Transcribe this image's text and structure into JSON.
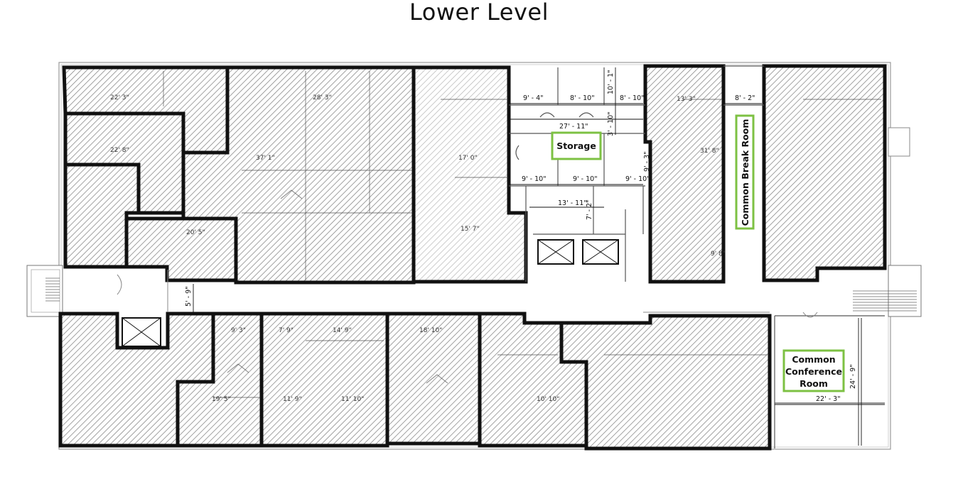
{
  "title": "Lower Level",
  "colors": {
    "highlight": "#7dc143",
    "wall": "#111111",
    "hatch": "#8a8a8a"
  },
  "labels": {
    "storage": "Storage",
    "break_room": "Common Break Room",
    "conference_line1": "Common",
    "conference_line2": "Conference",
    "conference_line3": "Room"
  },
  "dimensions": {
    "d1": "9' - 4\"",
    "d2": "8' - 10\"",
    "d3": "10' - 1\"",
    "d4": "8' - 10\"",
    "d5": "27' - 11\"",
    "d6": "3' - 10\"",
    "d7": "9' - 3\"",
    "d8": "9' - 10\"",
    "d9": "9' - 10\"",
    "d10": "9' - 10\"",
    "d11": "13' - 11\"",
    "d12": "7' - 2\"",
    "d13": "8' - 2\"",
    "d14": "5' - 9\"",
    "d15": "24' - 9\"",
    "d16": "22' - 3\""
  },
  "faint_dims": {
    "f1": "22' 3\"",
    "f2": "22' 8\"",
    "f3": "28' 3\"",
    "f4": "37' 1\"",
    "f5": "20' 5\"",
    "f6": "17' 0\"",
    "f7": "15' 7\"",
    "f8": "13' 3\"",
    "f9": "9' 3\"",
    "f10": "7' 9\"",
    "f11": "14' 9\"",
    "f12": "18' 10\"",
    "f13": "11' 9\"",
    "f14": "11' 10\"",
    "f15": "10' 10\"",
    "f16": "19' 5\"",
    "f17": "9' 8\"",
    "f18": "31' 8\""
  }
}
